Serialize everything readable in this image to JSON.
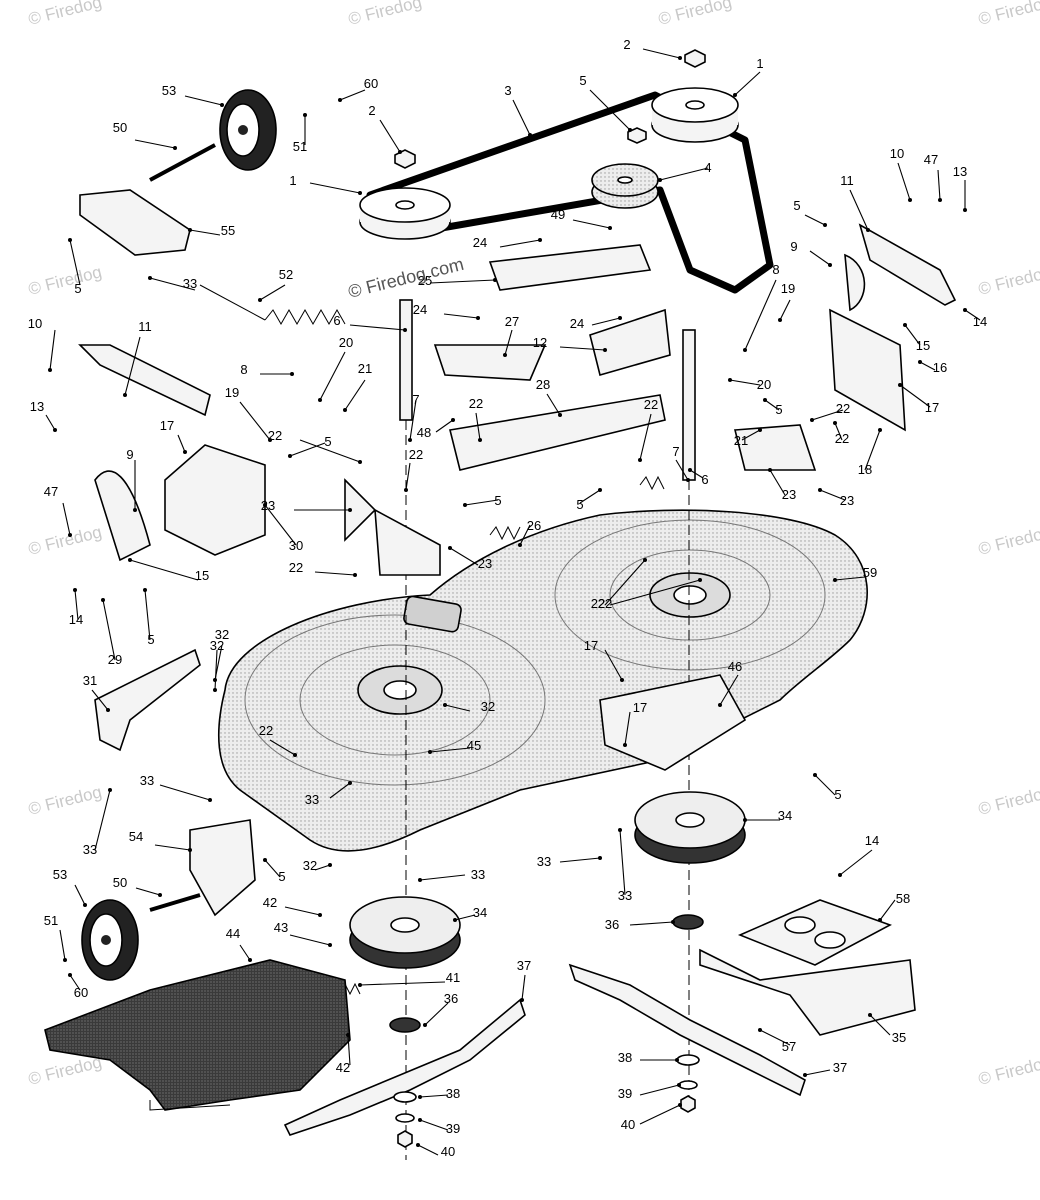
{
  "watermark": {
    "text": "© Firedog",
    "center_text": "© Firedog.com"
  },
  "callouts": [
    "1",
    "1",
    "2",
    "2",
    "3",
    "4",
    "5",
    "5",
    "5",
    "5",
    "5",
    "5",
    "5",
    "5",
    "5",
    "5",
    "6",
    "6",
    "7",
    "7",
    "8",
    "8",
    "9",
    "9",
    "10",
    "10",
    "11",
    "11",
    "12",
    "13",
    "13",
    "14",
    "14",
    "14",
    "15",
    "15",
    "16",
    "17",
    "17",
    "17",
    "17",
    "18",
    "19",
    "19",
    "20",
    "20",
    "21",
    "21",
    "22",
    "22",
    "22",
    "22",
    "22",
    "22",
    "22",
    "22",
    "22",
    "22",
    "23",
    "23",
    "23",
    "23",
    "24",
    "24",
    "24",
    "25",
    "26",
    "27",
    "28",
    "29",
    "30",
    "31",
    "32",
    "32",
    "32",
    "32",
    "33",
    "33",
    "33",
    "33",
    "33",
    "33",
    "33",
    "34",
    "34",
    "35",
    "36",
    "36",
    "37",
    "37",
    "38",
    "38",
    "39",
    "39",
    "40",
    "40",
    "41",
    "42",
    "42",
    "43",
    "44",
    "45",
    "46",
    "47",
    "47",
    "48",
    "49",
    "50",
    "50",
    "51",
    "51",
    "52",
    "53",
    "53",
    "54",
    "55",
    "57",
    "58",
    "59",
    "60",
    "60"
  ],
  "colors": {
    "deck_fill": "#e9e9e9",
    "part_fill": "#f4f4f4",
    "dark_fill": "#2a2a2a",
    "line": "#000000",
    "watermark": "#c9c9c9"
  }
}
